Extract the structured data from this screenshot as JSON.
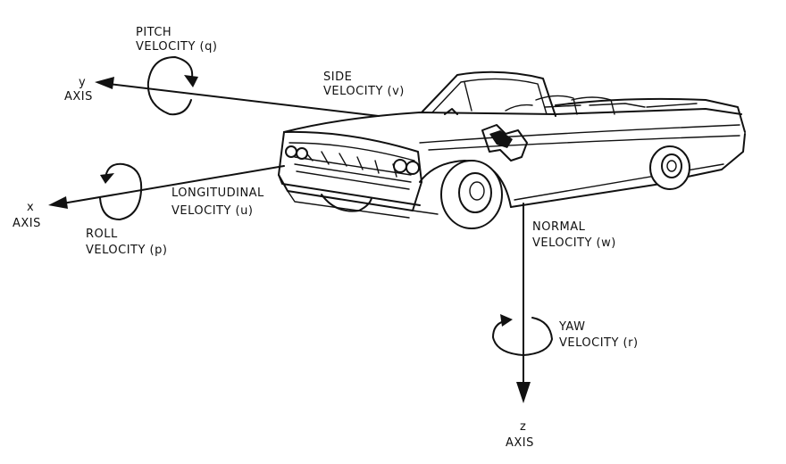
{
  "labels": {
    "pitch_line1": "PITCH",
    "pitch_line2": "VELOCITY (q)",
    "y_axis_line1": "y",
    "y_axis_line2": "AXIS",
    "side_line1": "SIDE",
    "side_line2": "VELOCITY (v)",
    "x_axis_line1": "x",
    "x_axis_line2": "AXIS",
    "longitudinal_line1": "LONGITUDINAL",
    "longitudinal_line2": "VELOCITY (u)",
    "roll_line1": "ROLL",
    "roll_line2": "VELOCITY (p)",
    "normal_line1": "NORMAL",
    "normal_line2": "VELOCITY (w)",
    "yaw_line1": "YAW",
    "yaw_line2": "VELOCITY (r)",
    "z_axis_line1": "z",
    "z_axis_line2": "AXIS"
  },
  "colors": {
    "ink": "#111111",
    "paper": "#ffffff"
  },
  "icons": {
    "vehicle": "convertible-car-illustration",
    "rotation": "rotation-arrow-icon"
  }
}
